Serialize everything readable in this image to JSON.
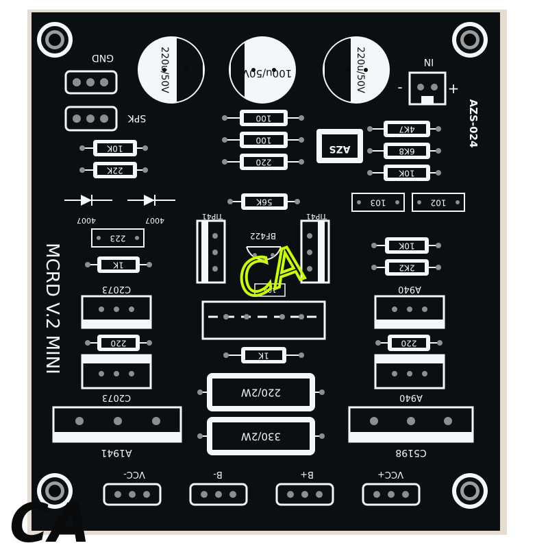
{
  "board": {
    "title": "MCRD V.2 MINI",
    "code": "AZS-024",
    "logo_text": "AZS",
    "colors": {
      "board": "#0c0f12",
      "silk": "#f4f6f7",
      "pad": "#8b8f93",
      "hole": "#0a0a0a",
      "highlight": "#c9ff00",
      "edge": "#e6ddd2"
    }
  },
  "capacitors": [
    {
      "label": "220u/50V"
    },
    {
      "label": "100u/50V"
    },
    {
      "label": "220u/50V"
    }
  ],
  "resistors": [
    {
      "label": "100"
    },
    {
      "label": "100"
    },
    {
      "label": "220"
    },
    {
      "label": "4K7"
    },
    {
      "label": "6K8"
    },
    {
      "label": "10K"
    },
    {
      "label": "10K"
    },
    {
      "label": "22K"
    },
    {
      "label": "56K"
    },
    {
      "label": "1K"
    },
    {
      "label": "10K"
    },
    {
      "label": "2K2"
    },
    {
      "label": "220"
    },
    {
      "label": "220"
    },
    {
      "label": "1K"
    },
    {
      "label": "220/2W"
    },
    {
      "label": "330/2W"
    }
  ],
  "ceramic_caps": [
    {
      "label": "223"
    },
    {
      "label": "103"
    },
    {
      "label": "102"
    },
    {
      "label": "104"
    }
  ],
  "diodes": [
    {
      "label": "4007"
    },
    {
      "label": "4007"
    }
  ],
  "transistors": [
    {
      "label": "TIP41"
    },
    {
      "label": "TIP41"
    },
    {
      "label": "BF422"
    },
    {
      "label": "C2073"
    },
    {
      "label": "C2073"
    },
    {
      "label": "A940"
    },
    {
      "label": "A940"
    },
    {
      "label": "A1941"
    },
    {
      "label": "C5198"
    }
  ],
  "connectors": [
    {
      "label": "GND"
    },
    {
      "label": "SPK"
    },
    {
      "label": "IN"
    },
    {
      "label": "VCC-"
    },
    {
      "label": "B-"
    },
    {
      "label": "B+"
    },
    {
      "label": "VCC+"
    }
  ],
  "input_marks": {
    "minus": "-",
    "plus": "+"
  },
  "watermark": {
    "corner": "CA",
    "scribble": "CA"
  }
}
